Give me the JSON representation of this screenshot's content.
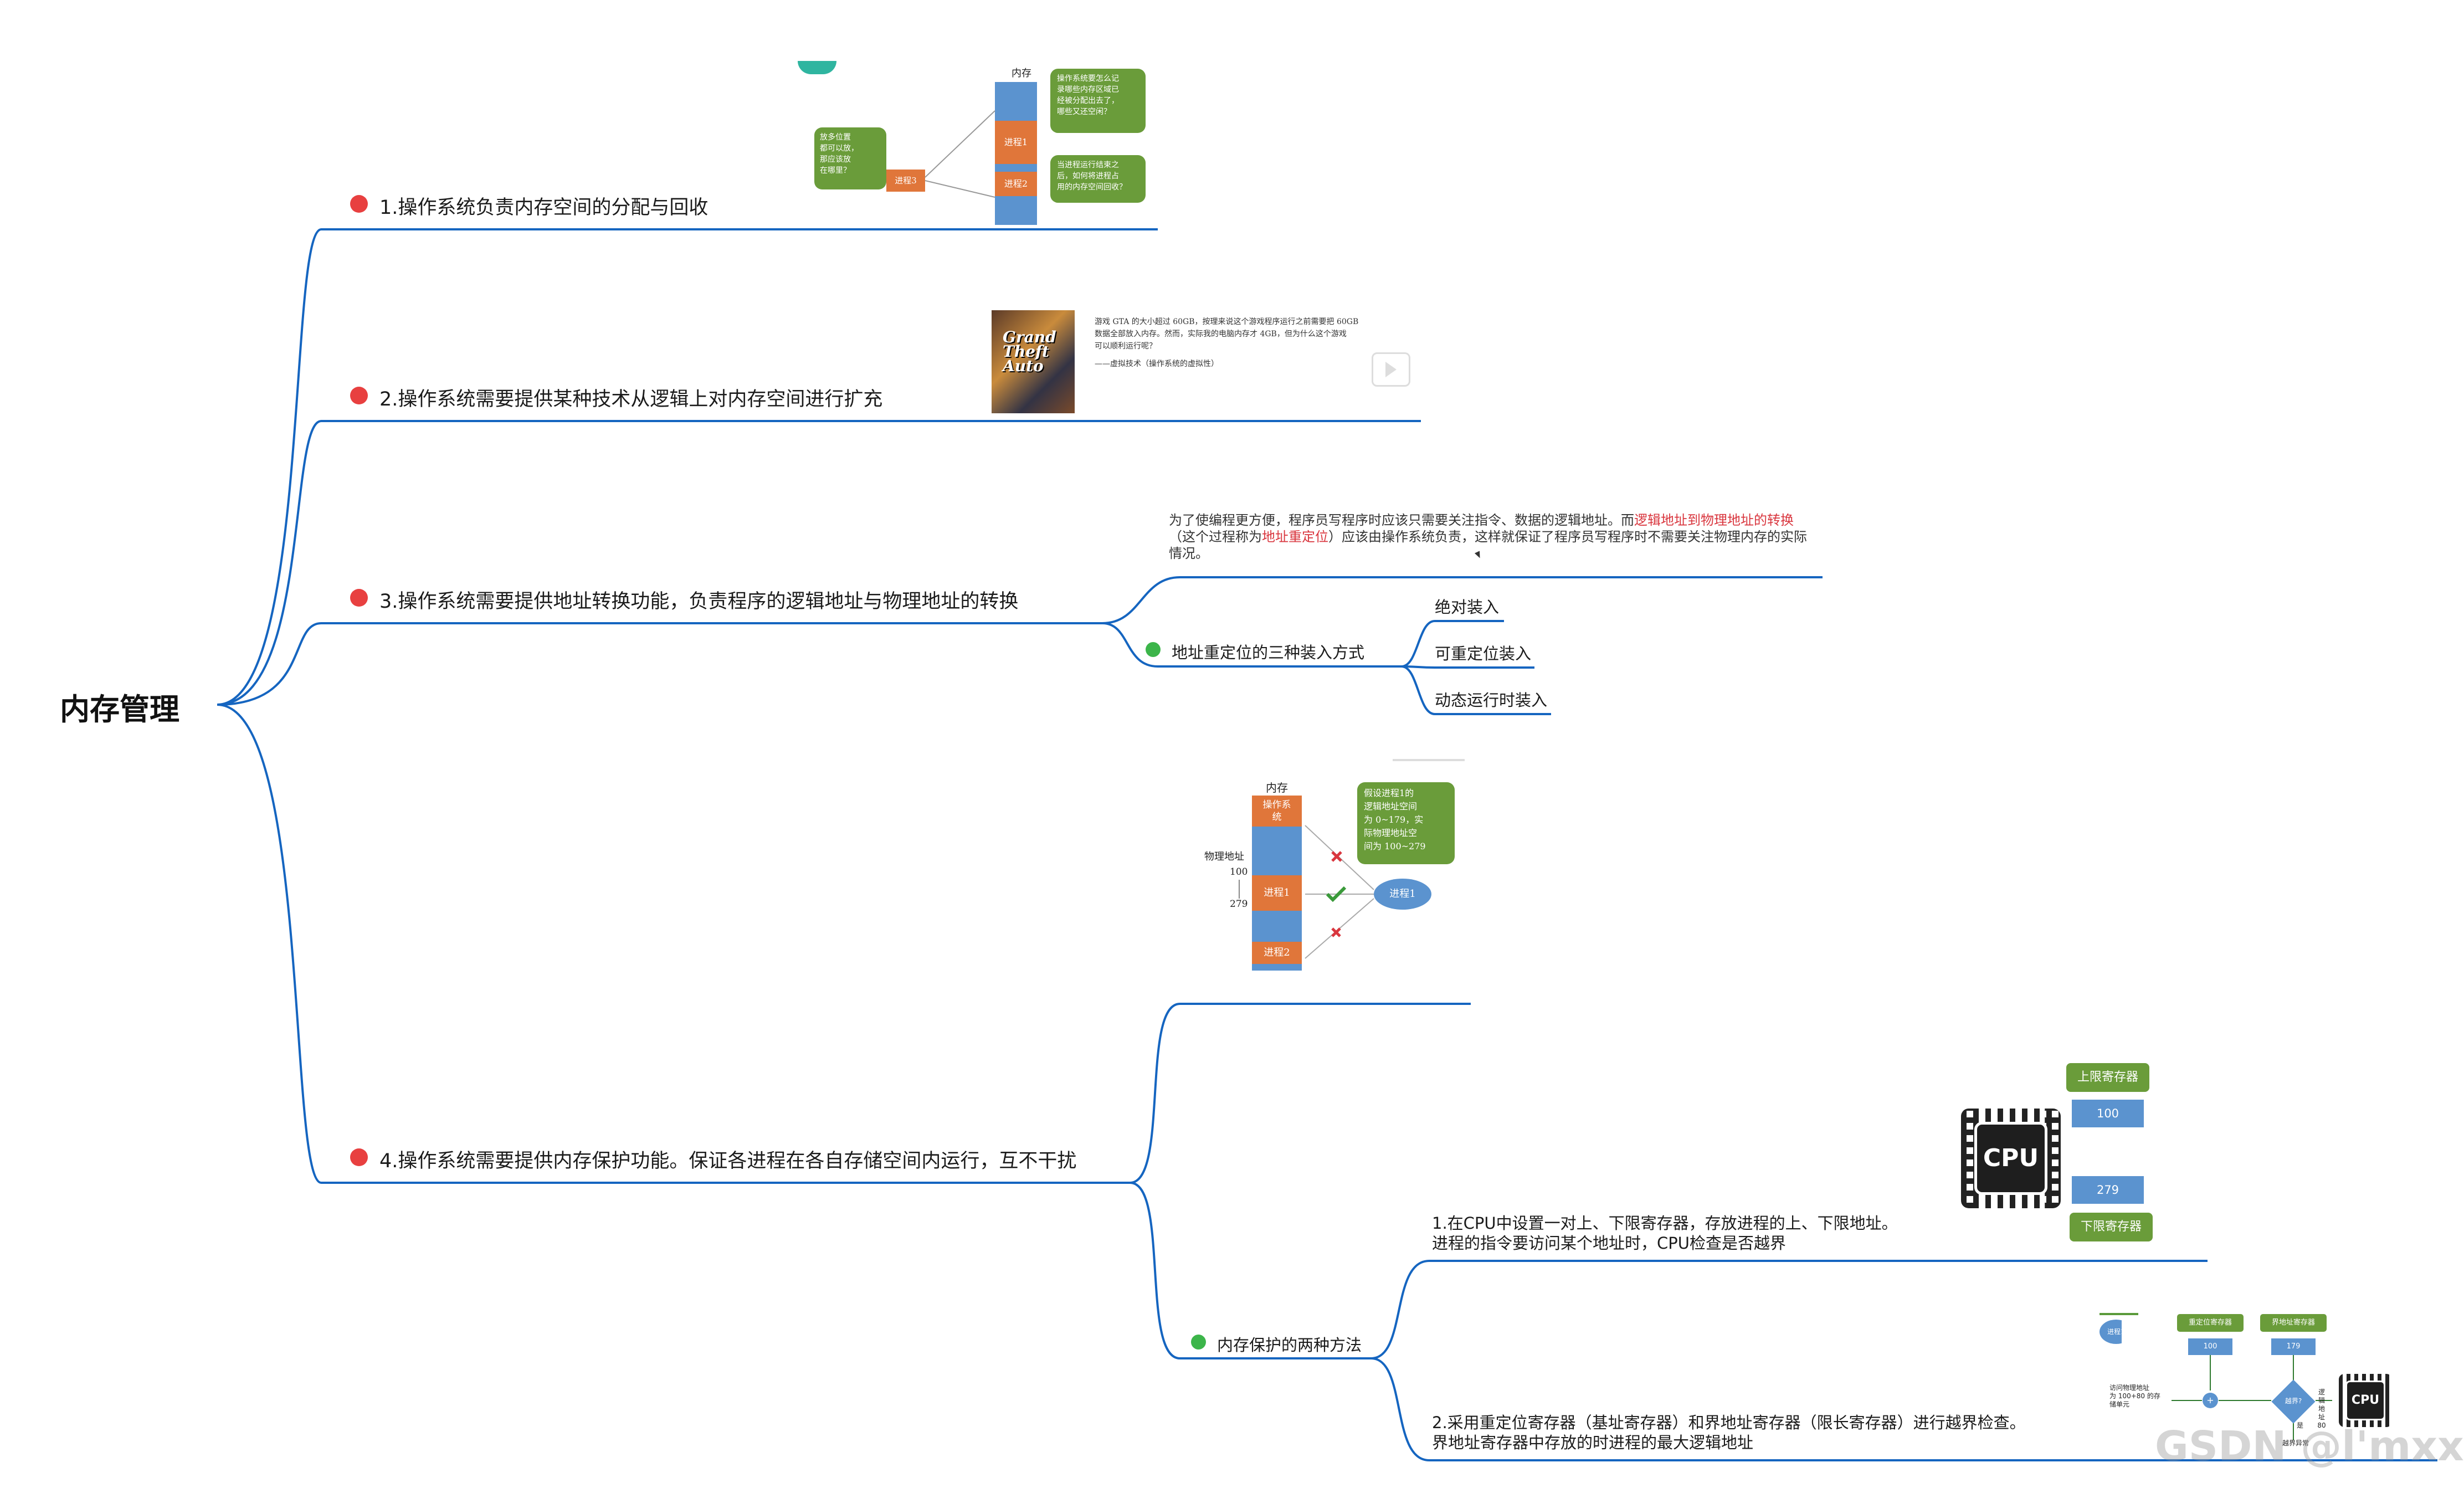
{
  "root": {
    "title": "内存管理"
  },
  "branches": [
    {
      "label": "1.操作系统负责内存空间的分配与回收"
    },
    {
      "label": "2.操作系统需要提供某种技术从逻辑上对内存空间进行扩充"
    },
    {
      "label": "3.操作系统需要提供地址转换功能，负责程序的逻辑地址与物理地址的转换"
    },
    {
      "label": "4.操作系统需要提供内存保护功能。保证各进程在各自存储空间内运行，互不干扰"
    }
  ],
  "branch3": {
    "para_a": "为了使编程更方便，程序员写程序时应该只需要关注指令、数据的逻辑地址。而",
    "para_hl1": "逻辑地址到物理地址的转换",
    "para_b": "（这个过程称为",
    "para_hl2": "地址重定位",
    "para_c": "）应该由操作系统负责，这样就保证了程序员写程序时不需要关注物理内存的实际情况。",
    "sub_label": "地址重定位的三种装入方式",
    "modes": [
      "绝对装入",
      "可重定位装入",
      "动态运行时装入"
    ]
  },
  "branch4": {
    "sub_label": "内存保护的两种方法",
    "method1": [
      "1.在CPU中设置一对上、下限寄存器，存放进程的上、下限地址。",
      "进程的指令要访问某个地址时，CPU检查是否越界"
    ],
    "method2": [
      "2.采用重定位寄存器（基址寄存器）和界地址寄存器（限长寄存器）进行越界检查。",
      "界地址寄存器中存放的时进程的最大逻辑地址"
    ]
  },
  "img1": {
    "memory": "内存",
    "bubble_left": [
      "放多位置",
      "都可以放，",
      "那应该放",
      "在哪里？"
    ],
    "process": "进程3",
    "p1": "进程1",
    "p2": "进程2",
    "bubble_top": [
      "操作系统要怎么记",
      "录哪些内存区域已",
      "经被分配出去了，",
      "哪些又还空闲？"
    ],
    "bubble_bottom": [
      "当进程运行结束之",
      "后，如何将进程占",
      "用的内存空间回收？"
    ]
  },
  "img2": {
    "cover": [
      "Grand",
      "Theft",
      "Auto"
    ],
    "text": [
      "游戏 GTA 的大小超过 60GB，按理来说这个游戏程序运行之前需要把 60GB",
      "数据全部放入内存。然而，实际我的电脑内存才 4GB，但为什么这个游戏",
      "可以顺利运行呢？"
    ],
    "source": "——虚拟技术（操作系统的虚拟性）"
  },
  "img3": {
    "memory": "内存",
    "os": [
      "操作系",
      "统"
    ],
    "phys": "物理地址",
    "a100": "100",
    "a279": "279",
    "p1": "进程1",
    "p2": "进程2",
    "bubble": [
      "假设进程1的",
      "逻辑地址空间",
      "为 0~179，实",
      "际物理地址空",
      "间为 100~279"
    ],
    "process": "进程1"
  },
  "img4": {
    "upper": "上限寄存器",
    "v100": "100",
    "v279": "279",
    "lower": "下限寄存器",
    "cpu": "CPU"
  },
  "img5": {
    "reloc": "重定位寄存器",
    "limit": "界地址寄存器",
    "v100": "100",
    "v179": "179",
    "proc": "进程1",
    "cmp": "越界?",
    "yes": "是",
    "err": "越界异常",
    "phys": [
      "访问物理地址",
      "为 100+80 的存",
      "储单元"
    ],
    "logic": [
      "逻辑地址",
      "80"
    ],
    "plus": "+",
    "cpu": "CPU"
  },
  "watermark": "GSDN @l'mxx",
  "colors": {
    "line": "#1565c0",
    "red_dot": "#e84040",
    "green_dot": "#3cb54a"
  }
}
